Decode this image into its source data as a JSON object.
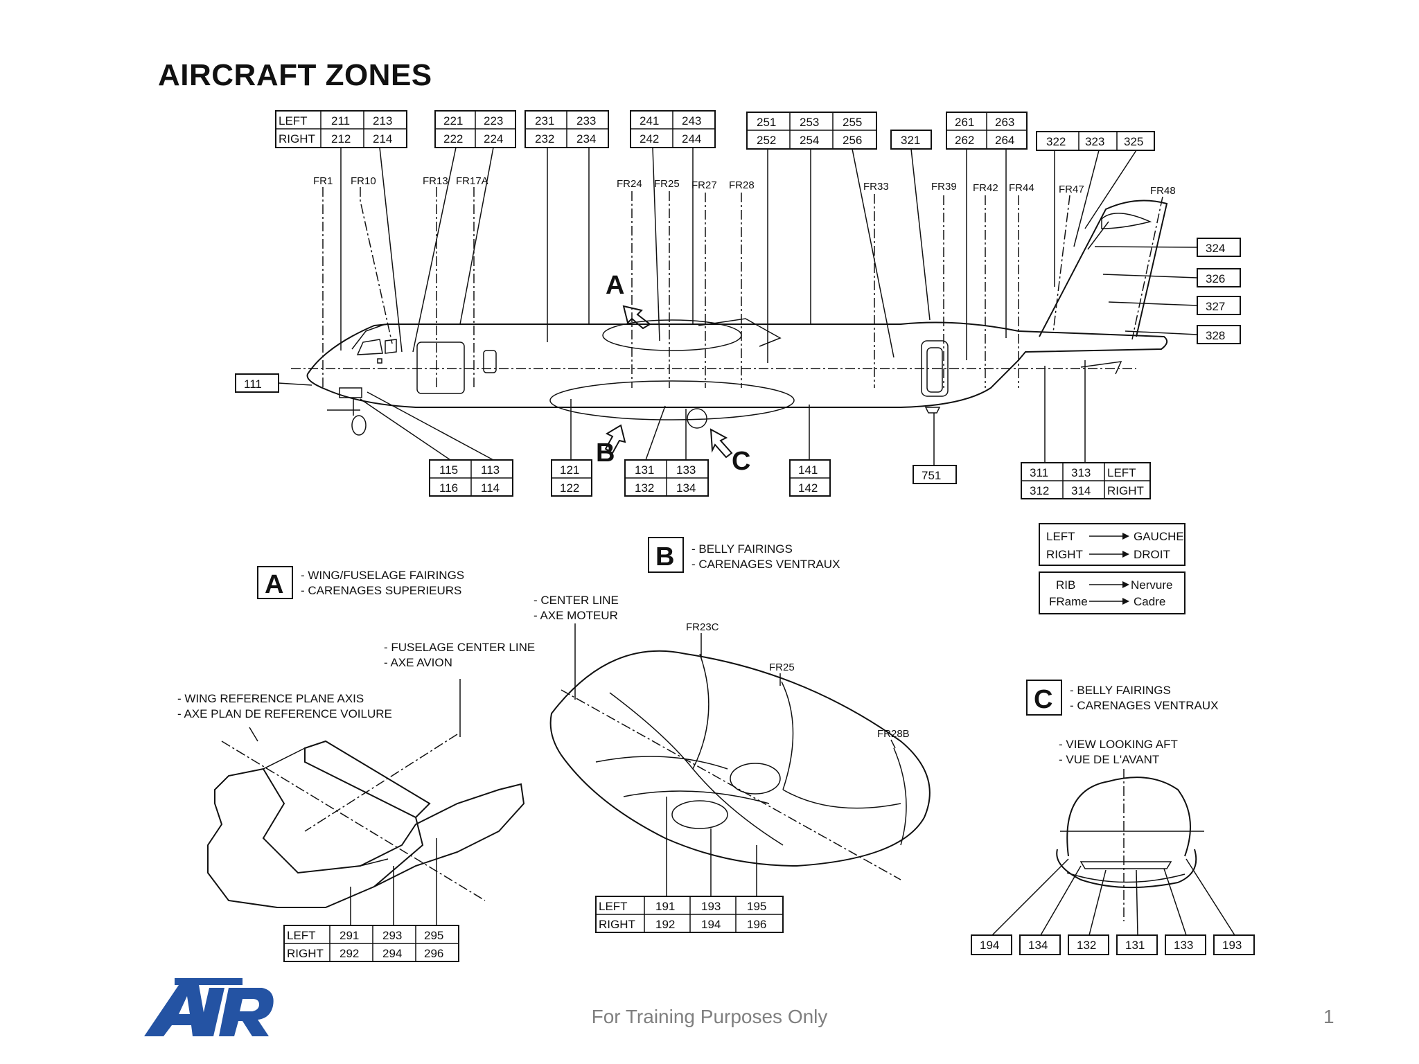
{
  "title": "AIRCRAFT ZONES",
  "footer": "For Training Purposes Only",
  "page_number": "1",
  "logo": {
    "text": "ATR",
    "color": "#2453a3"
  },
  "side_labels": {
    "left": "LEFT",
    "right": "RIGHT"
  },
  "top_zones": {
    "g1": [
      "211",
      "213",
      "212",
      "214"
    ],
    "g2": [
      "221",
      "223",
      "222",
      "224"
    ],
    "g3": [
      "231",
      "233",
      "232",
      "234"
    ],
    "g4": [
      "241",
      "243",
      "242",
      "244"
    ],
    "g5": [
      "251",
      "253",
      "255",
      "252",
      "254",
      "256"
    ],
    "z321": "321",
    "g6": [
      "261",
      "263",
      "262",
      "264"
    ],
    "g7": [
      "322",
      "323",
      "325"
    ]
  },
  "tail_zones": [
    "324",
    "326",
    "327",
    "328"
  ],
  "nose_zone": "111",
  "bottom_zones": {
    "b1": [
      "115",
      "113",
      "116",
      "114"
    ],
    "b2": [
      "121",
      "122"
    ],
    "b3": [
      "131",
      "133",
      "132",
      "134"
    ],
    "b4": [
      "141",
      "142"
    ],
    "z751": "751",
    "b5": [
      "311",
      "313",
      "312",
      "314"
    ]
  },
  "frames": [
    "FR1",
    "FR10",
    "FR13",
    "FR17A",
    "FR24",
    "FR25",
    "FR27",
    "FR28",
    "FR33",
    "FR39",
    "FR42",
    "FR44",
    "FR47",
    "FR48"
  ],
  "view_markers": {
    "a": "A",
    "b": "B",
    "c": "C"
  },
  "legend": {
    "left": "LEFT",
    "gauche": "GAUCHE",
    "right": "RIGHT",
    "droit": "DROIT",
    "rib": "RIB",
    "nervure": "Nervure",
    "frame": "FRame",
    "cadre": "Cadre"
  },
  "view_a": {
    "letter": "A",
    "caption1": "- WING/FUSELAGE FAIRINGS",
    "caption2": "- CARENAGES SUPERIEURS",
    "note_wing1": "- WING REFERENCE PLANE AXIS",
    "note_wing2": "- AXE PLAN DE REFERENCE VOILURE",
    "note_fus1": "- FUSELAGE CENTER LINE",
    "note_fus2": "- AXE AVION",
    "zones": [
      "291",
      "293",
      "295",
      "292",
      "294",
      "296"
    ]
  },
  "view_b": {
    "letter": "B",
    "caption1": "- BELLY FAIRINGS",
    "caption2": "- CARENAGES VENTRAUX",
    "note_cl1": "- CENTER LINE",
    "note_cl2": "- AXE MOTEUR",
    "frames": [
      "FR23C",
      "FR25",
      "FR28B"
    ],
    "zones": [
      "191",
      "193",
      "195",
      "192",
      "194",
      "196"
    ]
  },
  "view_c": {
    "letter": "C",
    "caption1": "- BELLY FAIRINGS",
    "caption2": "- CARENAGES VENTRAUX",
    "note1": "- VIEW LOOKING AFT",
    "note2": "- VUE DE L'AVANT",
    "zones": [
      "194",
      "134",
      "132",
      "131",
      "133",
      "193"
    ]
  }
}
